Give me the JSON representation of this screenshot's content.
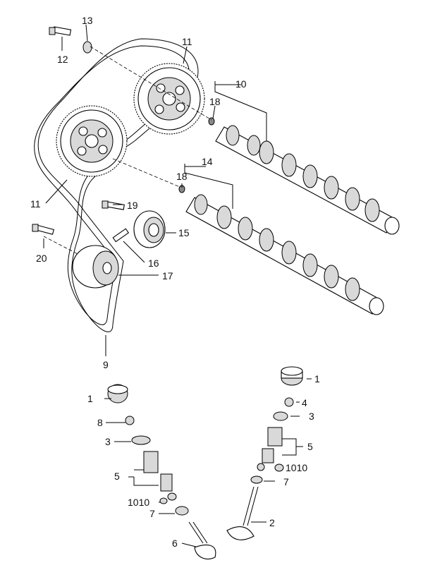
{
  "labels": {
    "l13": "13",
    "l12": "12",
    "l11_top": "11",
    "l10": "10",
    "l18_top": "18",
    "l14": "14",
    "l18_mid": "18",
    "l11_left": "11",
    "l19": "19",
    "l15": "15",
    "l20": "20",
    "l16": "16",
    "l17": "17",
    "l9": "9",
    "l1_right": "1",
    "l4": "4",
    "l3_right": "3",
    "l5_right": "5",
    "l1010_right": "1010",
    "l7_right": "7",
    "l2": "2",
    "l1_left": "1",
    "l8": "8",
    "l3_left": "3",
    "l5_left": "5",
    "l1010_left": "1010",
    "l7_left": "7",
    "l6": "6"
  }
}
